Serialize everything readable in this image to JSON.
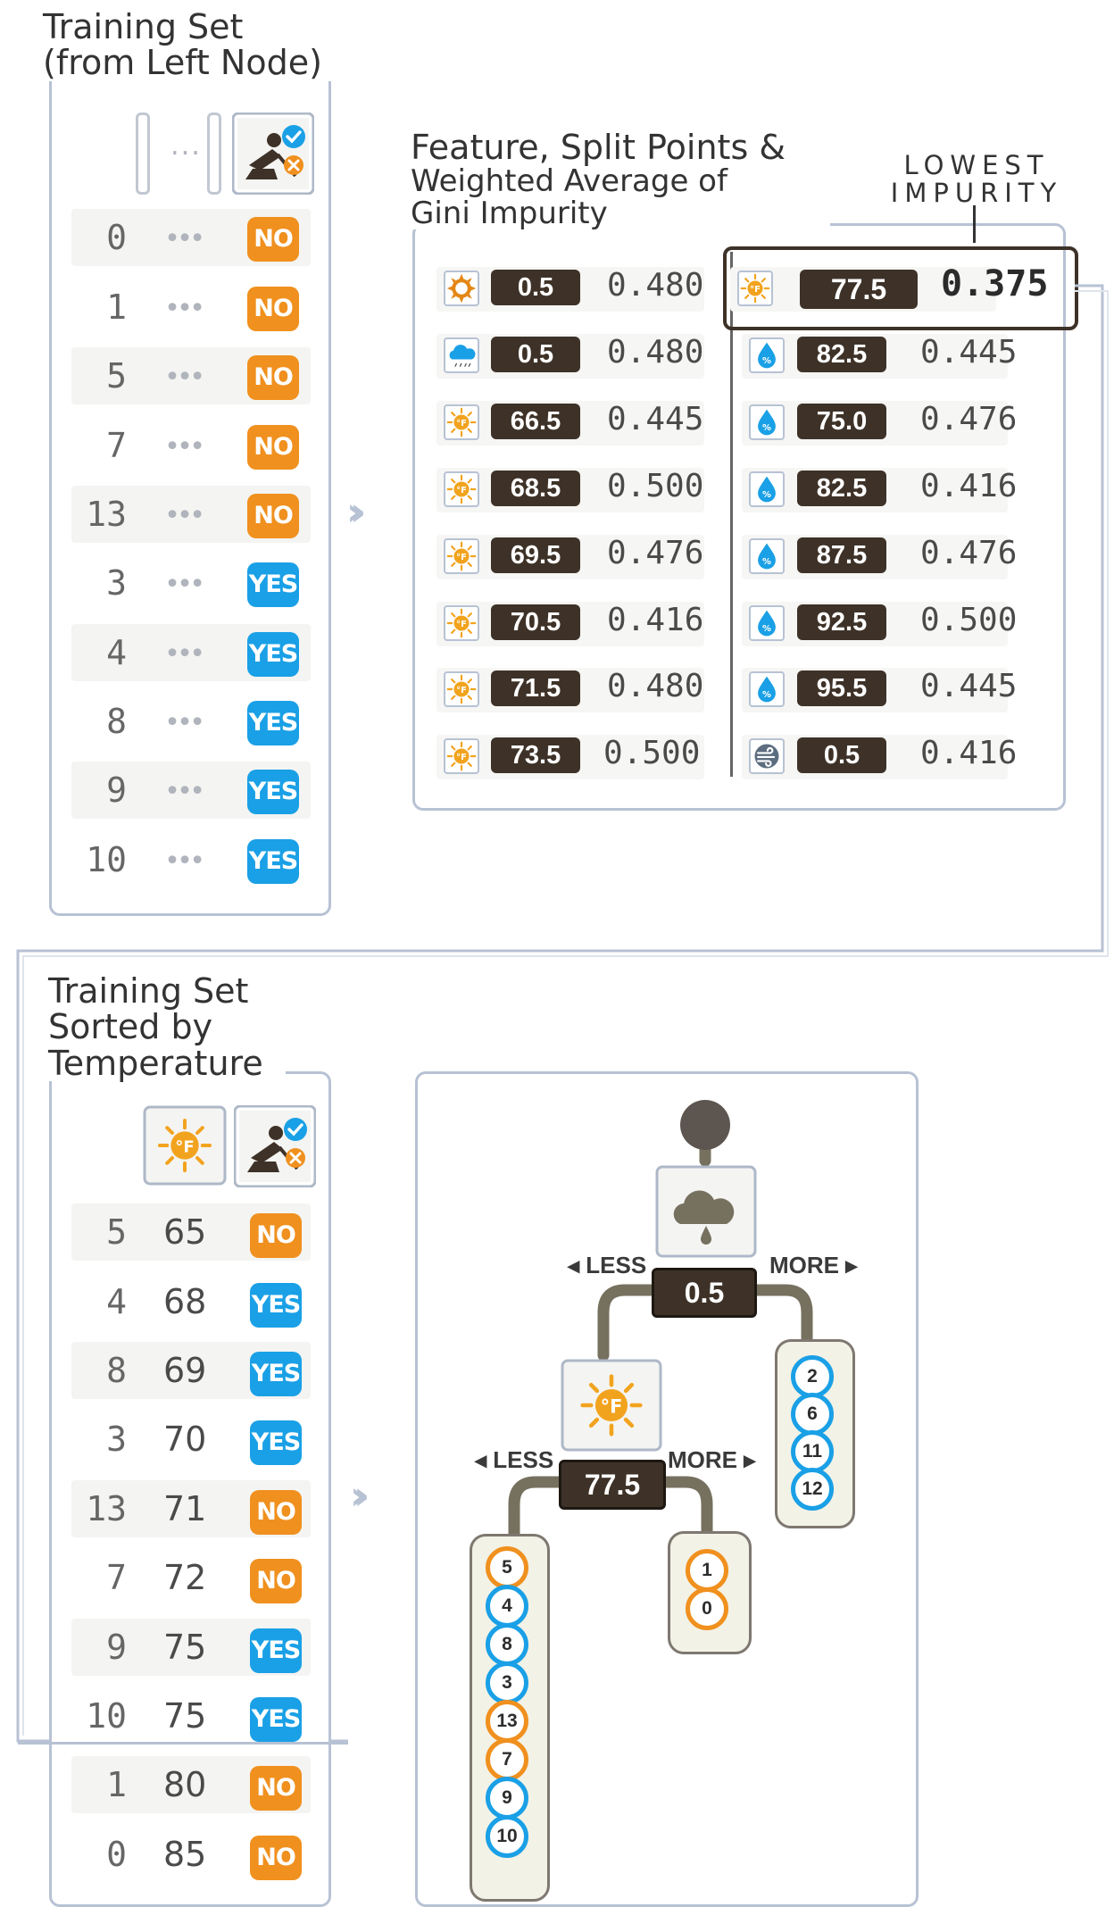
{
  "left_panel": {
    "title_line1": "Training Set",
    "title_line2": "(from Left Node)",
    "header_dots": "...",
    "rows": [
      {
        "index": "0",
        "label": "NO"
      },
      {
        "index": "1",
        "label": "NO"
      },
      {
        "index": "5",
        "label": "NO"
      },
      {
        "index": "7",
        "label": "NO"
      },
      {
        "index": "13",
        "label": "NO"
      },
      {
        "index": "3",
        "label": "YES"
      },
      {
        "index": "4",
        "label": "YES"
      },
      {
        "index": "8",
        "label": "YES"
      },
      {
        "index": "9",
        "label": "YES"
      },
      {
        "index": "10",
        "label": "YES"
      }
    ]
  },
  "split_panel": {
    "title_line1": "Feature, Split Points &",
    "title_line2": "Weighted Average of",
    "title_line3": "Gini Impurity",
    "lowest_label_line1": "LOWEST",
    "lowest_label_line2": "IMPURITY",
    "left_column": [
      {
        "icon": "sun-icon",
        "split": "0.5",
        "gini": "0.480"
      },
      {
        "icon": "rain-cloud-icon",
        "split": "0.5",
        "gini": "0.480"
      },
      {
        "icon": "temperature-icon",
        "split": "66.5",
        "gini": "0.445"
      },
      {
        "icon": "temperature-icon",
        "split": "68.5",
        "gini": "0.500"
      },
      {
        "icon": "temperature-icon",
        "split": "69.5",
        "gini": "0.476"
      },
      {
        "icon": "temperature-icon",
        "split": "70.5",
        "gini": "0.416"
      },
      {
        "icon": "temperature-icon",
        "split": "71.5",
        "gini": "0.480"
      },
      {
        "icon": "temperature-icon",
        "split": "73.5",
        "gini": "0.500"
      }
    ],
    "right_column": [
      {
        "icon": "temperature-icon",
        "split": "77.5",
        "gini": "0.375",
        "highlight": true
      },
      {
        "icon": "humidity-icon",
        "split": "82.5",
        "gini": "0.445"
      },
      {
        "icon": "humidity-icon",
        "split": "75.0",
        "gini": "0.476"
      },
      {
        "icon": "humidity-icon",
        "split": "82.5",
        "gini": "0.416"
      },
      {
        "icon": "humidity-icon",
        "split": "87.5",
        "gini": "0.476"
      },
      {
        "icon": "humidity-icon",
        "split": "92.5",
        "gini": "0.500"
      },
      {
        "icon": "humidity-icon",
        "split": "95.5",
        "gini": "0.445"
      },
      {
        "icon": "wind-icon",
        "split": "0.5",
        "gini": "0.416"
      }
    ]
  },
  "sorted_panel": {
    "title_line1": "Training Set",
    "title_line2": "Sorted by",
    "title_line3": "Temperature",
    "rows": [
      {
        "index": "5",
        "temp": "65",
        "label": "NO"
      },
      {
        "index": "4",
        "temp": "68",
        "label": "YES"
      },
      {
        "index": "8",
        "temp": "69",
        "label": "YES"
      },
      {
        "index": "3",
        "temp": "70",
        "label": "YES"
      },
      {
        "index": "13",
        "temp": "71",
        "label": "NO"
      },
      {
        "index": "7",
        "temp": "72",
        "label": "NO"
      },
      {
        "index": "9",
        "temp": "75",
        "label": "YES"
      },
      {
        "index": "10",
        "temp": "75",
        "label": "YES"
      },
      {
        "index": "1",
        "temp": "80",
        "label": "NO"
      },
      {
        "index": "0",
        "temp": "85",
        "label": "NO"
      }
    ]
  },
  "tree": {
    "root_split": "0.5",
    "root_less": "◂ LESS",
    "root_more": "MORE ▸",
    "child_split": "77.5",
    "child_less": "◂ LESS",
    "child_more": "MORE ▸",
    "right_leaf": [
      {
        "n": "2",
        "color": "blue"
      },
      {
        "n": "6",
        "color": "blue"
      },
      {
        "n": "11",
        "color": "blue"
      },
      {
        "n": "12",
        "color": "blue"
      }
    ],
    "left_leaf": [
      {
        "n": "5",
        "color": "orange"
      },
      {
        "n": "4",
        "color": "blue"
      },
      {
        "n": "8",
        "color": "blue"
      },
      {
        "n": "3",
        "color": "blue"
      },
      {
        "n": "13",
        "color": "orange"
      },
      {
        "n": "7",
        "color": "orange"
      },
      {
        "n": "9",
        "color": "blue"
      },
      {
        "n": "10",
        "color": "blue"
      }
    ],
    "middle_leaf": [
      {
        "n": "1",
        "color": "orange"
      },
      {
        "n": "0",
        "color": "orange"
      }
    ]
  },
  "colors": {
    "no": "#f0901e",
    "yes": "#1aa0e6",
    "split_box": "#3e3228",
    "panel_border": "#b7c2d4"
  }
}
